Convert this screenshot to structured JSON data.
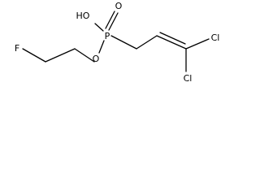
{
  "molecule": {
    "atoms": {
      "hydroxyl": "HO",
      "phosphorus": "P",
      "oxo": "O",
      "ester_oxygen": "O",
      "fluorine": "F",
      "chlorine_top": "Cl",
      "chlorine_bottom": "Cl"
    }
  },
  "colors": {
    "bond": "#000000",
    "text": "#000000",
    "background": "#ffffff"
  }
}
